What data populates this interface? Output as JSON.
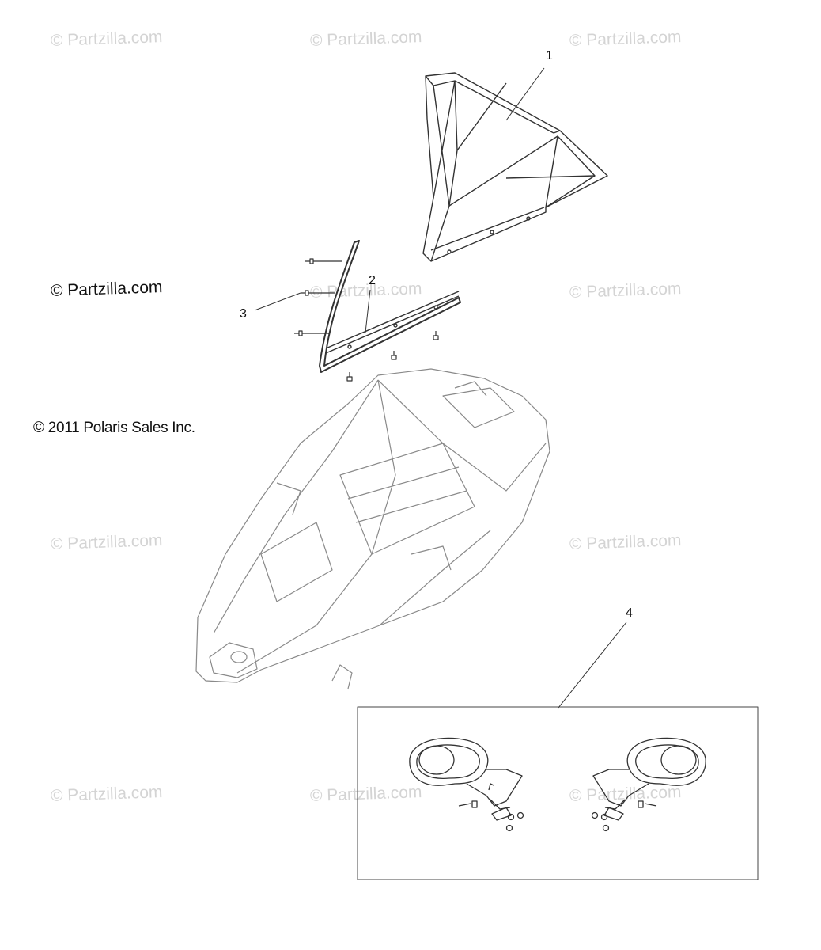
{
  "watermark_text": "© Partzilla.com",
  "copyright_site": "© Partzilla.com",
  "copyright_notice": "© 2011 Polaris Sales Inc.",
  "callouts": {
    "c1": "1",
    "c2": "2",
    "c3": "3",
    "c4": "4"
  },
  "colors": {
    "line": "#333333",
    "light_line": "#8a8a8a",
    "watermark": "#d4d4d4"
  }
}
